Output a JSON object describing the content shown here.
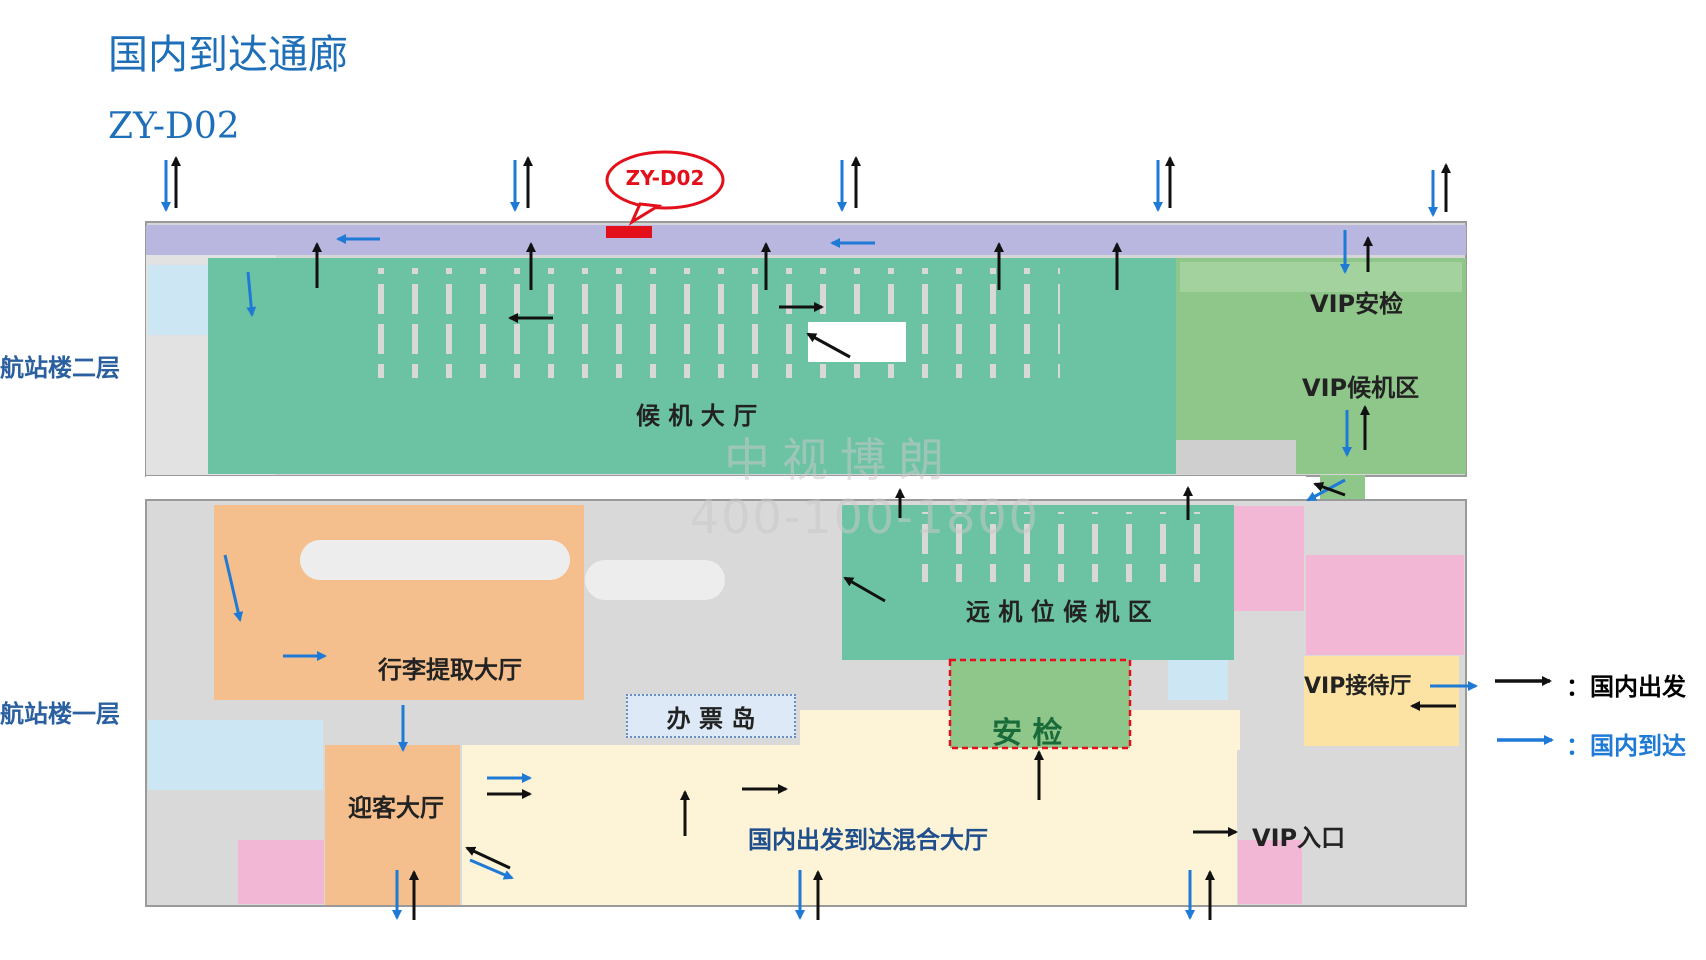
{
  "header": {
    "title": "国内到达通廊",
    "code": "ZY-D02"
  },
  "marker": {
    "label": "ZY-D02",
    "color": "#e3101b"
  },
  "floors": {
    "upper": "航站楼二层",
    "lower": "航站楼一层"
  },
  "zones": {
    "waiting_hall": "候 机 大 厅",
    "vip_security": "VIP安检",
    "vip_waiting": "VIP候机区",
    "remote_waiting": "远 机 位 候 机 区",
    "baggage_hall": "行李提取大厅",
    "ticket_island": "办   票   岛",
    "security": "安   检",
    "greeting_hall": "迎客大厅",
    "mixed_hall": "国内出发到达混合大厅",
    "vip_reception": "VIP接待厅",
    "vip_entrance": "VIP入口"
  },
  "legend": {
    "departure": "：国内出发",
    "arrival": "：国内到达",
    "departure_color": "#111111",
    "arrival_color": "#1f7ad6"
  },
  "watermark": {
    "name": "中视博朗",
    "phone": "400-100-1800"
  },
  "colors": {
    "corridor": "#b9b7e0",
    "waiting_green": "#6cc3a4",
    "vip_green": "#8fc68a",
    "orange": "#f5bf8d",
    "cream": "#fdf3d7",
    "pink": "#f3b7d6",
    "gray": "#cfcfcf",
    "lightblue": "#cce6f4"
  }
}
